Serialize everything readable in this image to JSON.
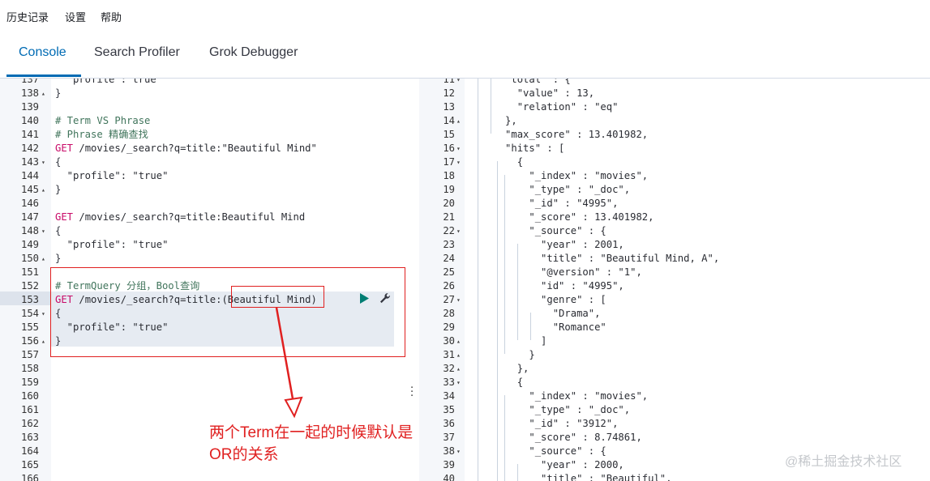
{
  "top_menu": {
    "history": "历史记录",
    "settings": "设置",
    "help": "帮助"
  },
  "tabs": {
    "console": "Console",
    "search_profiler": "Search Profiler",
    "grok_debugger": "Grok Debugger"
  },
  "request_editor": {
    "lines": [
      {
        "n": "137",
        "fold": "",
        "text": "  \"profile\":\"true\"",
        "kind": "plain"
      },
      {
        "n": "138",
        "fold": "▴",
        "text": "}",
        "kind": "brace"
      },
      {
        "n": "139",
        "fold": "",
        "text": "",
        "kind": "plain"
      },
      {
        "n": "140",
        "fold": "",
        "text": "# Term VS Phrase",
        "kind": "comment"
      },
      {
        "n": "141",
        "fold": "",
        "text": "# Phrase 精确查找",
        "kind": "comment"
      },
      {
        "n": "142",
        "fold": "",
        "method": "GET",
        "text": " /movies/_search?q=title:\"Beautiful Mind\"",
        "kind": "request"
      },
      {
        "n": "143",
        "fold": "▾",
        "text": "{",
        "kind": "brace"
      },
      {
        "n": "144",
        "fold": "",
        "text": "  \"profile\": \"true\"",
        "kind": "plain"
      },
      {
        "n": "145",
        "fold": "▴",
        "text": "}",
        "kind": "brace"
      },
      {
        "n": "146",
        "fold": "",
        "text": "",
        "kind": "plain"
      },
      {
        "n": "147",
        "fold": "",
        "method": "GET",
        "text": " /movies/_search?q=title:Beautiful Mind",
        "kind": "request"
      },
      {
        "n": "148",
        "fold": "▾",
        "text": "{",
        "kind": "brace"
      },
      {
        "n": "149",
        "fold": "",
        "text": "  \"profile\": \"true\"",
        "kind": "plain"
      },
      {
        "n": "150",
        "fold": "▴",
        "text": "}",
        "kind": "brace"
      },
      {
        "n": "151",
        "fold": "",
        "text": "",
        "kind": "plain"
      },
      {
        "n": "152",
        "fold": "",
        "text": "# TermQuery 分组，Bool查询",
        "kind": "comment"
      },
      {
        "n": "153",
        "fold": "",
        "method": "GET",
        "text": " /movies/_search?q=title:(Beautiful Mind)",
        "kind": "request"
      },
      {
        "n": "154",
        "fold": "▾",
        "text": "{",
        "kind": "brace"
      },
      {
        "n": "155",
        "fold": "",
        "text": "  \"profile\": \"true\"",
        "kind": "plain"
      },
      {
        "n": "156",
        "fold": "▴",
        "text": "}",
        "kind": "brace"
      },
      {
        "n": "157",
        "fold": "",
        "text": "",
        "kind": "plain"
      },
      {
        "n": "158",
        "fold": "",
        "text": "",
        "kind": "plain"
      },
      {
        "n": "159",
        "fold": "",
        "text": "",
        "kind": "plain"
      },
      {
        "n": "160",
        "fold": "",
        "text": "",
        "kind": "plain"
      },
      {
        "n": "161",
        "fold": "",
        "text": "",
        "kind": "plain"
      },
      {
        "n": "162",
        "fold": "",
        "text": "",
        "kind": "plain"
      },
      {
        "n": "163",
        "fold": "",
        "text": "",
        "kind": "plain"
      },
      {
        "n": "164",
        "fold": "",
        "text": "",
        "kind": "plain"
      },
      {
        "n": "165",
        "fold": "",
        "text": "",
        "kind": "plain"
      },
      {
        "n": "166",
        "fold": "",
        "text": "",
        "kind": "plain"
      }
    ]
  },
  "response_editor": {
    "lines": [
      {
        "n": "11",
        "fold": "▾",
        "text": "      \"total\" : {"
      },
      {
        "n": "12",
        "fold": "",
        "text": "        \"value\" : 13,"
      },
      {
        "n": "13",
        "fold": "",
        "text": "        \"relation\" : \"eq\""
      },
      {
        "n": "14",
        "fold": "▴",
        "text": "      },"
      },
      {
        "n": "15",
        "fold": "",
        "text": "      \"max_score\" : 13.401982,"
      },
      {
        "n": "16",
        "fold": "▾",
        "text": "      \"hits\" : ["
      },
      {
        "n": "17",
        "fold": "▾",
        "text": "        {"
      },
      {
        "n": "18",
        "fold": "",
        "text": "          \"_index\" : \"movies\","
      },
      {
        "n": "19",
        "fold": "",
        "text": "          \"_type\" : \"_doc\","
      },
      {
        "n": "20",
        "fold": "",
        "text": "          \"_id\" : \"4995\","
      },
      {
        "n": "21",
        "fold": "",
        "text": "          \"_score\" : 13.401982,"
      },
      {
        "n": "22",
        "fold": "▾",
        "text": "          \"_source\" : {"
      },
      {
        "n": "23",
        "fold": "",
        "text": "            \"year\" : 2001,"
      },
      {
        "n": "24",
        "fold": "",
        "text": "            \"title\" : \"Beautiful Mind, A\","
      },
      {
        "n": "25",
        "fold": "",
        "text": "            \"@version\" : \"1\","
      },
      {
        "n": "26",
        "fold": "",
        "text": "            \"id\" : \"4995\","
      },
      {
        "n": "27",
        "fold": "▾",
        "text": "            \"genre\" : ["
      },
      {
        "n": "28",
        "fold": "",
        "text": "              \"Drama\","
      },
      {
        "n": "29",
        "fold": "",
        "text": "              \"Romance\""
      },
      {
        "n": "30",
        "fold": "▴",
        "text": "            ]"
      },
      {
        "n": "31",
        "fold": "▴",
        "text": "          }"
      },
      {
        "n": "32",
        "fold": "▴",
        "text": "        },"
      },
      {
        "n": "33",
        "fold": "▾",
        "text": "        {"
      },
      {
        "n": "34",
        "fold": "",
        "text": "          \"_index\" : \"movies\","
      },
      {
        "n": "35",
        "fold": "",
        "text": "          \"_type\" : \"_doc\","
      },
      {
        "n": "36",
        "fold": "",
        "text": "          \"_id\" : \"3912\","
      },
      {
        "n": "37",
        "fold": "",
        "text": "          \"_score\" : 8.74861,"
      },
      {
        "n": "38",
        "fold": "▾",
        "text": "          \"_source\" : {"
      },
      {
        "n": "39",
        "fold": "",
        "text": "            \"year\" : 2000,"
      },
      {
        "n": "40",
        "fold": "",
        "text": "            \"title\" : \"Beautiful\","
      }
    ]
  },
  "annotation": {
    "line1": "两个Term在一起的时候默认是",
    "line2": "OR的关系"
  },
  "watermark": "@稀土掘金技术社区",
  "icons": {
    "run": "play-icon",
    "settings": "wrench-icon"
  },
  "colors": {
    "accent": "#006bb4",
    "annotation": "#e02020",
    "run_button": "#017d73"
  }
}
